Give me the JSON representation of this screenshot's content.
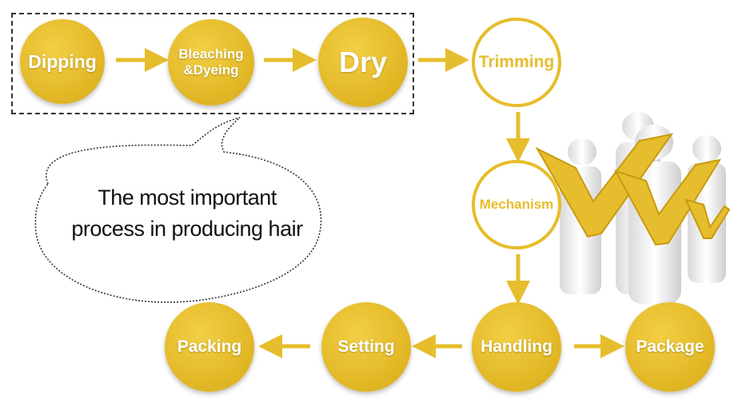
{
  "steps": {
    "dipping": "Dipping",
    "bleaching_line1": "Bleaching",
    "bleaching_line2": "&Dyeing",
    "dry": "Dry",
    "trimming": "Trimming",
    "mechanism": "Mechanism",
    "handling": "Handling",
    "package": "Package",
    "setting": "Setting",
    "packing": "Packing"
  },
  "callout": {
    "line1": "The most important",
    "line2": "process in producing hair"
  },
  "colors": {
    "accent": "#e3b928",
    "outline": "#e6bd2c",
    "arrow": "#e6bd2c"
  }
}
